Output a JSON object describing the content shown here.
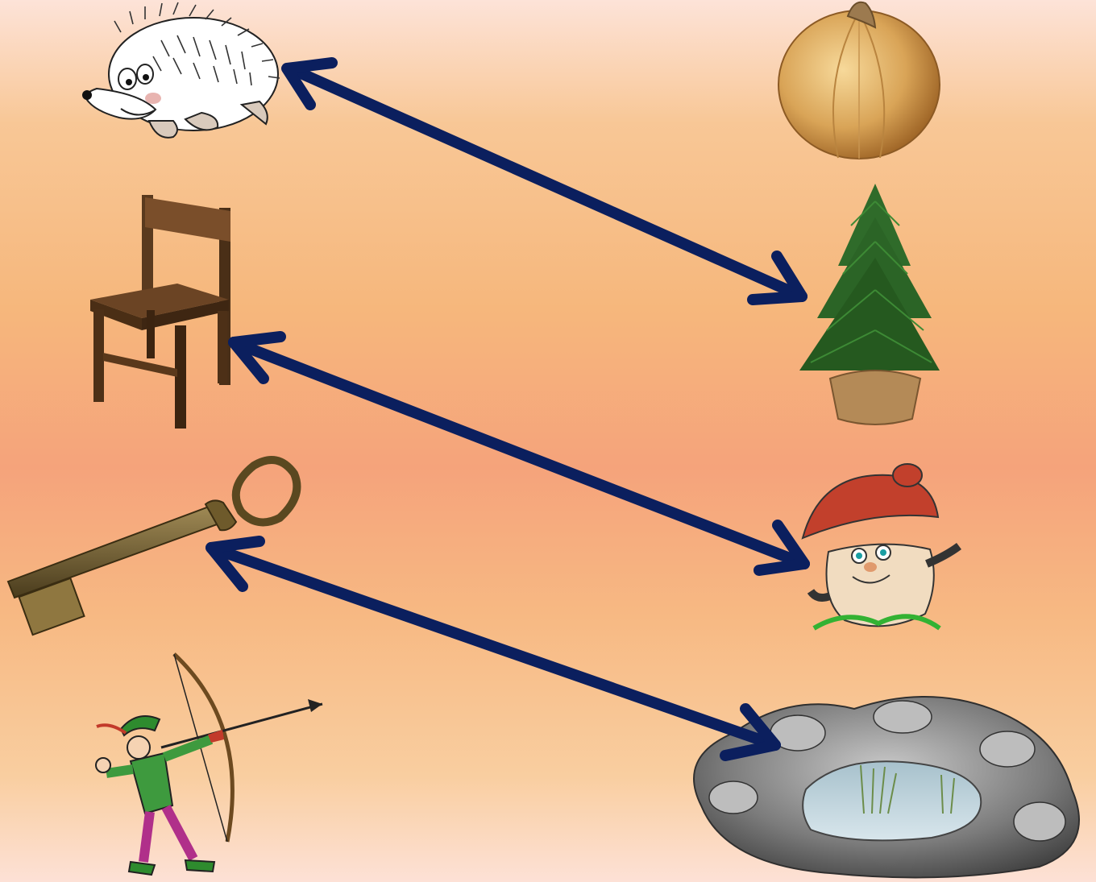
{
  "scene": {
    "left_items": [
      "hedgehog",
      "chair",
      "key",
      "archer"
    ],
    "right_items": [
      "onion",
      "fir-tree",
      "mushroom",
      "pond"
    ],
    "arrow_color": "#0b1f5e",
    "arrows": [
      {
        "from": "hedgehog",
        "to": "fir-tree"
      },
      {
        "from": "chair",
        "to": "mushroom"
      },
      {
        "from": "key",
        "to": "pond"
      }
    ]
  }
}
